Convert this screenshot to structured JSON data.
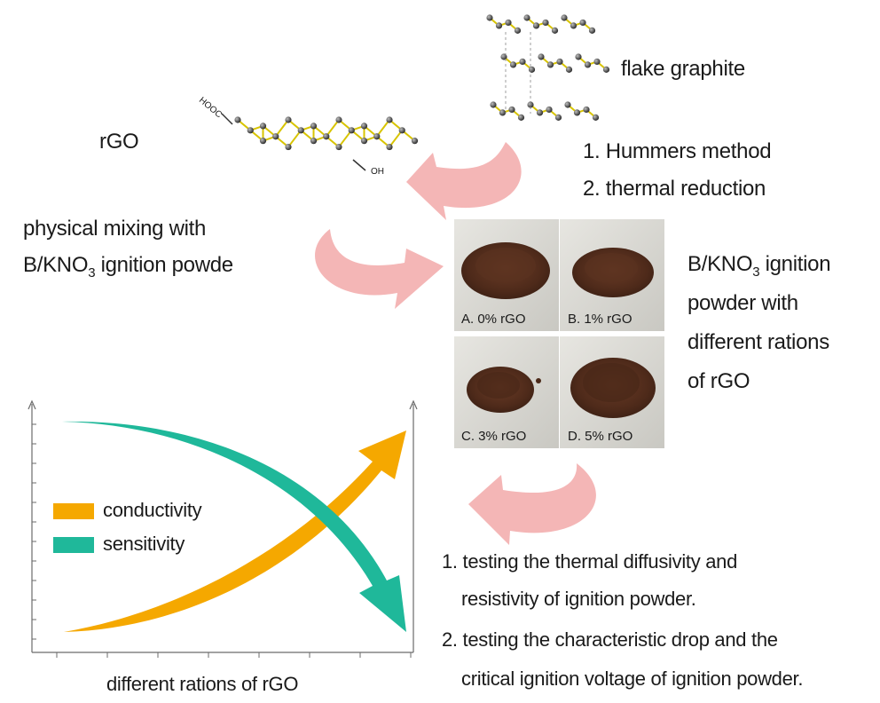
{
  "labels": {
    "rgo": "rGO",
    "flake_graphite": "flake graphite",
    "cooh": "HOOC",
    "oh": "OH"
  },
  "synthesis_steps": [
    "1. Hummers method",
    "2. thermal reduction"
  ],
  "mixing": {
    "line1": "physical mixing with",
    "line2_pre": "B/KNO",
    "line2_sub": "3",
    "line2_post": " ignition powde"
  },
  "product": {
    "line1_pre": "B/KNO",
    "line1_sub": "3",
    "line1_post": " ignition",
    "line2": "powder with",
    "line3": "different rations",
    "line4": "of rGO"
  },
  "samples": [
    {
      "caption": "A. 0% rGO"
    },
    {
      "caption": "B. 1% rGO"
    },
    {
      "caption": "C. 3% rGO"
    },
    {
      "caption": "D. 5% rGO"
    }
  ],
  "testing_steps": {
    "step1_line1": "1. testing the thermal diffusivity and",
    "step1_line2": "resistivity of ignition powder.",
    "step2_line1": "2. testing the characteristic drop and the",
    "step2_line2": "critical ignition voltage of ignition powder."
  },
  "trend_plot": {
    "xlabel": "different rations of rGO",
    "legend": [
      {
        "label": "conductivity",
        "color": "#f5a800"
      },
      {
        "label": "sensitivity",
        "color": "#1fb89a"
      }
    ]
  },
  "colors": {
    "flow_arrow": "#f4b6b6",
    "bond": "#d8c400",
    "atom": "#444444"
  }
}
